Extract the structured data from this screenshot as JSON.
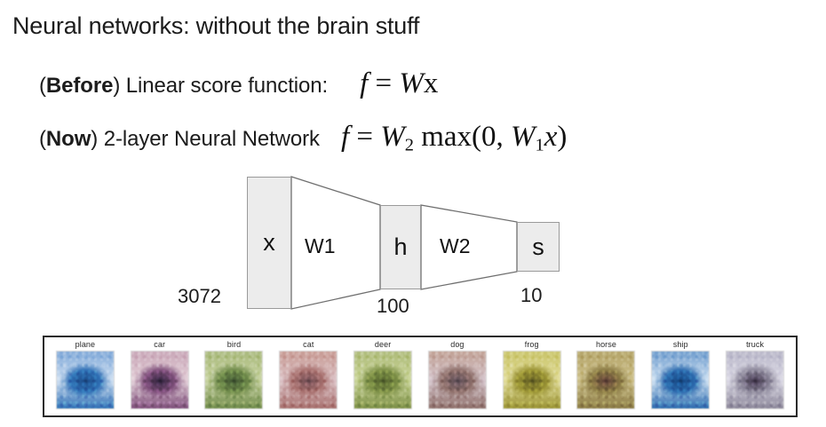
{
  "slide": {
    "title": "Neural networks: without the brain stuff",
    "rows": [
      {
        "prefix_open": "(",
        "emphasis": "Before",
        "prefix_close": ") Linear score function:",
        "equation_plain": "f = Wx"
      },
      {
        "prefix_open": "(",
        "emphasis": "Now",
        "prefix_close": ") 2-layer Neural Network",
        "equation_plain": "f = W2 max(0, W1x)"
      }
    ]
  },
  "diagram": {
    "nodes": [
      {
        "id": "x",
        "label": "x",
        "dimension": "3072"
      },
      {
        "id": "h",
        "label": "h",
        "dimension": "100"
      },
      {
        "id": "s",
        "label": "s",
        "dimension": "10"
      }
    ],
    "weights": [
      {
        "id": "w1",
        "label": "W1"
      },
      {
        "id": "w2",
        "label": "W2"
      }
    ]
  },
  "templates": {
    "classes": [
      {
        "label": "plane",
        "c1": "#7fa8d8",
        "c2": "#2f6fb5",
        "c3": "#1b4a86",
        "c4": "#cfe0f2"
      },
      {
        "label": "car",
        "c1": "#c9a7b8",
        "c2": "#7e4f7a",
        "c3": "#2b2038",
        "c4": "#e3cfd8"
      },
      {
        "label": "bird",
        "c1": "#a9b97c",
        "c2": "#6f8a4a",
        "c3": "#3d5230",
        "c4": "#c9d4a2"
      },
      {
        "label": "cat",
        "c1": "#c79a93",
        "c2": "#a76f6d",
        "c3": "#6d4b52",
        "c4": "#dcc3c7"
      },
      {
        "label": "deer",
        "c1": "#aebb7a",
        "c2": "#7c8f46",
        "c3": "#51602c",
        "c4": "#cbd69a"
      },
      {
        "label": "dog",
        "c1": "#c0a094",
        "c2": "#8e6f6a",
        "c3": "#5a4b55",
        "c4": "#d6c6cd"
      },
      {
        "label": "frog",
        "c1": "#c9c46a",
        "c2": "#9a9334",
        "c3": "#5e5a22",
        "c4": "#e2dd9a"
      },
      {
        "label": "horse",
        "c1": "#b4a46a",
        "c2": "#8a7a44",
        "c3": "#5b3b36",
        "c4": "#cdc08a"
      },
      {
        "label": "ship",
        "c1": "#6f9ccd",
        "c2": "#2c6aae",
        "c3": "#14457f",
        "c4": "#cfe2f3"
      },
      {
        "label": "truck",
        "c1": "#b8b6c8",
        "c2": "#8b8699",
        "c3": "#3b2f45",
        "c4": "#dcdae6"
      }
    ]
  }
}
